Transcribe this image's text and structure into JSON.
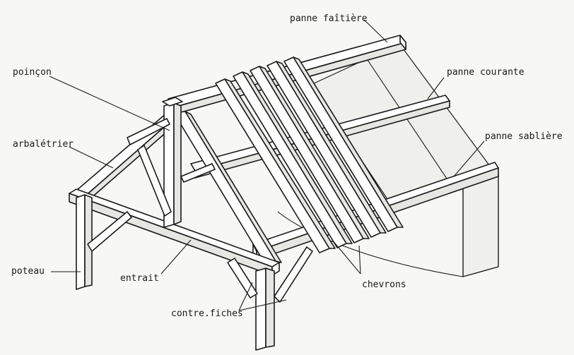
{
  "labels": {
    "panne_faitiere": "panne faîtière",
    "panne_courante": "panne courante",
    "panne_sabliere": "panne sablière",
    "poincon": "poinçon",
    "arbaletrier": "arbalétrier",
    "poteau": "poteau",
    "entrait": "entrait",
    "chevrons": "chevrons",
    "contre_fiches": "contre.fiches"
  }
}
